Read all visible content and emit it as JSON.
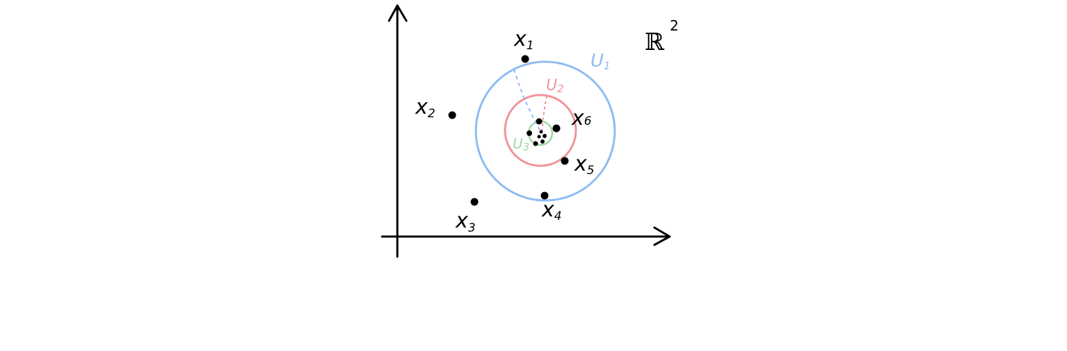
{
  "space": {
    "label": "ℝ",
    "superscript": "2"
  },
  "colors": {
    "axis": "#000000",
    "points": "#000000",
    "u1": "#8fbcf1",
    "u2": "#f0949b",
    "u3": "#9ed8a3"
  },
  "points": [
    {
      "name": "x",
      "sub": "1"
    },
    {
      "name": "x",
      "sub": "2"
    },
    {
      "name": "x",
      "sub": "3"
    },
    {
      "name": "x",
      "sub": "4"
    },
    {
      "name": "x",
      "sub": "5"
    },
    {
      "name": "x",
      "sub": "6"
    }
  ],
  "neighborhoods": [
    {
      "name": "U",
      "sub": "1"
    },
    {
      "name": "U",
      "sub": "2"
    },
    {
      "name": "U",
      "sub": "3"
    }
  ]
}
